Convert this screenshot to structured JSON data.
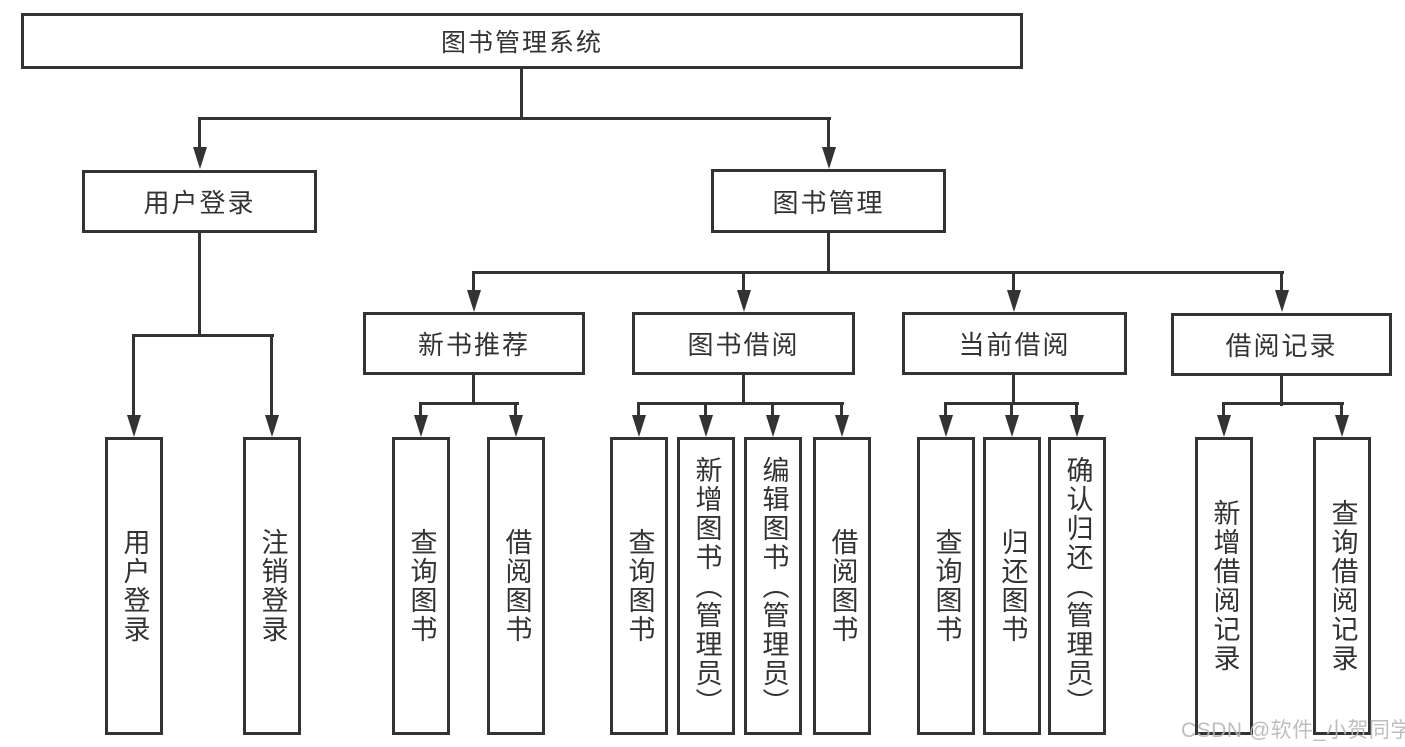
{
  "watermark": "CSDN @软件_小贺同学",
  "colors": {
    "line": "#333333",
    "text": "#333333",
    "watermark": "#b9b9b9",
    "background": "#ffffff"
  },
  "tree": {
    "label": "图书管理系统",
    "children": [
      {
        "label": "用户登录",
        "children": [
          {
            "label": "用户登录"
          },
          {
            "label": "注销登录"
          }
        ]
      },
      {
        "label": "图书管理",
        "children": [
          {
            "label": "新书推荐",
            "children": [
              {
                "label": "查询图书"
              },
              {
                "label": "借阅图书"
              }
            ]
          },
          {
            "label": "图书借阅",
            "children": [
              {
                "label": "查询图书"
              },
              {
                "label": "新增图书（管理员）"
              },
              {
                "label": "编辑图书（管理员）"
              },
              {
                "label": "借阅图书"
              }
            ]
          },
          {
            "label": "当前借阅",
            "children": [
              {
                "label": "查询图书"
              },
              {
                "label": "归还图书"
              },
              {
                "label": "确认归还（管理员）"
              }
            ]
          },
          {
            "label": "借阅记录",
            "children": [
              {
                "label": "新增借阅记录"
              },
              {
                "label": "查询借阅记录"
              }
            ]
          }
        ]
      }
    ]
  }
}
